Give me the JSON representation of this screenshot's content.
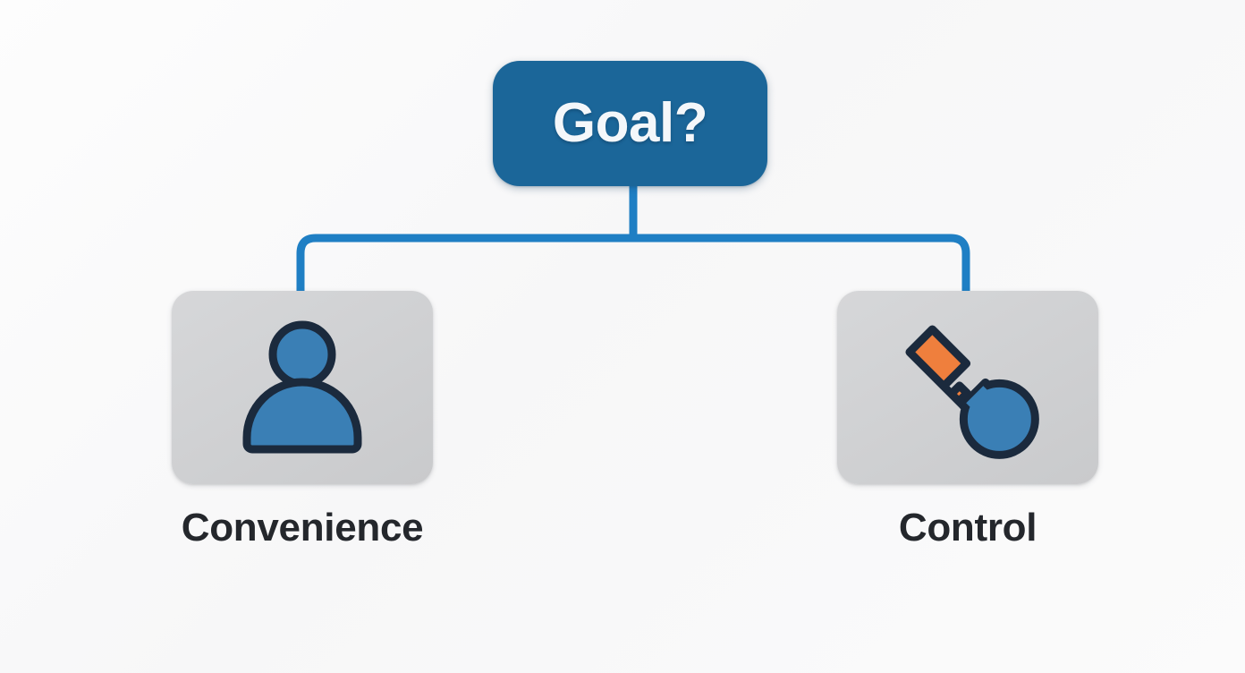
{
  "diagram": {
    "type": "decision-tree",
    "background_color": "#fafafa",
    "root": {
      "label": "Goal?",
      "fill_color": "#1b6699",
      "text_color": "#f4f7fa"
    },
    "connector": {
      "color": "#1f7fc4",
      "stroke_width": 9
    },
    "branches": [
      {
        "id": "convenience",
        "label": "Convenience",
        "icon": "person-icon",
        "card_color": "#d0d1d3",
        "icon_colors": {
          "fill": "#3a7fb5",
          "outline": "#1b2a3d"
        }
      },
      {
        "id": "control",
        "label": "Control",
        "icon": "key-icon",
        "card_color": "#d0d1d3",
        "icon_colors": {
          "bow_fill": "#3a7fb5",
          "blade_fill": "#ef7f3d",
          "outline": "#1b2a3d"
        }
      }
    ],
    "label_text_color": "#24272c"
  }
}
